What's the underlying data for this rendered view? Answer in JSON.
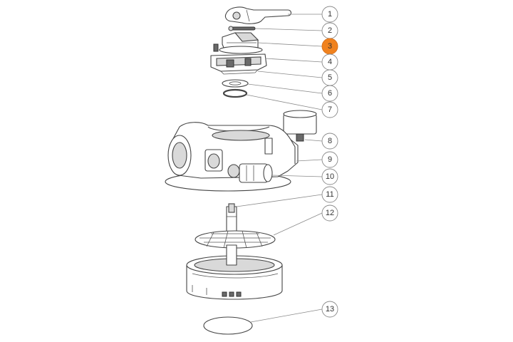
{
  "diagram": {
    "accent_color": "#f0821e",
    "selected_part": "3",
    "callouts": [
      {
        "id": "1",
        "label": "1"
      },
      {
        "id": "2",
        "label": "2"
      },
      {
        "id": "3",
        "label": "3"
      },
      {
        "id": "4",
        "label": "4"
      },
      {
        "id": "5",
        "label": "5"
      },
      {
        "id": "6",
        "label": "6"
      },
      {
        "id": "7",
        "label": "7"
      },
      {
        "id": "8",
        "label": "8"
      },
      {
        "id": "9",
        "label": "9"
      },
      {
        "id": "10",
        "label": "10"
      },
      {
        "id": "11",
        "label": "11"
      },
      {
        "id": "12",
        "label": "12"
      },
      {
        "id": "13",
        "label": "13"
      }
    ]
  }
}
